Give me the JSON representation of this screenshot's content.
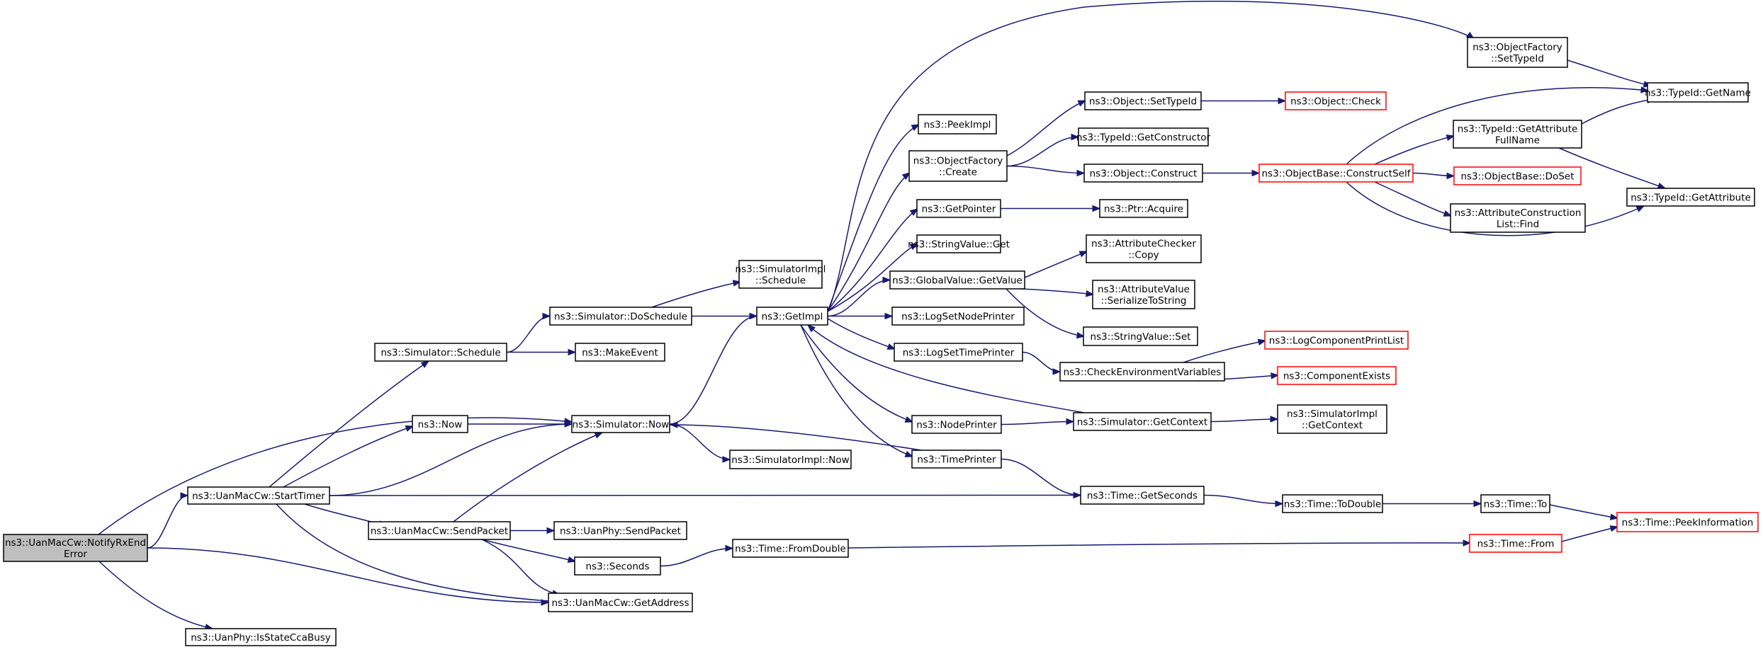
{
  "colors": {
    "edge": "#191970",
    "node_border": "#000000",
    "truncated_border": "#ff0000",
    "root_fill": "#bfbfbf",
    "node_fill": "#ffffff"
  },
  "nodes": [
    {
      "id": "root",
      "lines": [
        "ns3::UanMacCw::NotifyRxEnd",
        "Error"
      ],
      "style": "root"
    },
    {
      "id": "starttimer",
      "lines": [
        "ns3::UanMacCw::StartTimer"
      ]
    },
    {
      "id": "isstateccabusy",
      "lines": [
        "ns3::UanPhy::IsStateCcaBusy"
      ]
    },
    {
      "id": "sim_schedule",
      "lines": [
        "ns3::Simulator::Schedule"
      ]
    },
    {
      "id": "now",
      "lines": [
        "ns3::Now"
      ]
    },
    {
      "id": "sendpacket",
      "lines": [
        "ns3::UanMacCw::SendPacket"
      ]
    },
    {
      "id": "sim_doschedule",
      "lines": [
        "ns3::Simulator::DoSchedule"
      ]
    },
    {
      "id": "makeevent",
      "lines": [
        "ns3::MakeEvent"
      ]
    },
    {
      "id": "sim_now",
      "lines": [
        "ns3::Simulator::Now"
      ]
    },
    {
      "id": "getaddress",
      "lines": [
        "ns3::UanMacCw::GetAddress"
      ]
    },
    {
      "id": "uanphy_sendpacket",
      "lines": [
        "ns3::UanPhy::SendPacket"
      ]
    },
    {
      "id": "seconds",
      "lines": [
        "ns3::Seconds"
      ]
    },
    {
      "id": "simimpl_schedule",
      "lines": [
        "ns3::SimulatorImpl",
        "::Schedule"
      ]
    },
    {
      "id": "getimpl",
      "lines": [
        "ns3::GetImpl"
      ]
    },
    {
      "id": "simimpl_now",
      "lines": [
        "ns3::SimulatorImpl::Now"
      ]
    },
    {
      "id": "fromdouble",
      "lines": [
        "ns3::Time::FromDouble"
      ]
    },
    {
      "id": "peekimpl",
      "lines": [
        "ns3::PeekImpl"
      ]
    },
    {
      "id": "of_create",
      "lines": [
        "ns3::ObjectFactory",
        "::Create"
      ]
    },
    {
      "id": "getpointer",
      "lines": [
        "ns3::GetPointer"
      ]
    },
    {
      "id": "sv_get",
      "lines": [
        "ns3::StringValue::Get"
      ]
    },
    {
      "id": "gv_getvalue",
      "lines": [
        "ns3::GlobalValue::GetValue"
      ]
    },
    {
      "id": "logsetnodeprinter",
      "lines": [
        "ns3::LogSetNodePrinter"
      ]
    },
    {
      "id": "logsettimeprinter",
      "lines": [
        "ns3::LogSetTimePrinter"
      ]
    },
    {
      "id": "nodeprinter",
      "lines": [
        "ns3::NodePrinter"
      ]
    },
    {
      "id": "timeprinter",
      "lines": [
        "ns3::TimePrinter"
      ]
    },
    {
      "id": "of_settypeid",
      "lines": [
        "ns3::ObjectFactory",
        "::SetTypeId"
      ]
    },
    {
      "id": "obj_settypeid",
      "lines": [
        "ns3::Object::SetTypeId"
      ]
    },
    {
      "id": "tid_getconstructor",
      "lines": [
        "ns3::TypeId::GetConstructor"
      ]
    },
    {
      "id": "obj_construct",
      "lines": [
        "ns3::Object::Construct"
      ]
    },
    {
      "id": "ptr_acquire",
      "lines": [
        "ns3::Ptr::Acquire"
      ]
    },
    {
      "id": "ac_copy",
      "lines": [
        "ns3::AttributeChecker",
        "::Copy"
      ]
    },
    {
      "id": "av_serialize",
      "lines": [
        "ns3::AttributeValue",
        "::SerializeToString"
      ]
    },
    {
      "id": "sv_set",
      "lines": [
        "ns3::StringValue::Set"
      ]
    },
    {
      "id": "checkenv",
      "lines": [
        "ns3::CheckEnvironmentVariables"
      ]
    },
    {
      "id": "sim_getcontext",
      "lines": [
        "ns3::Simulator::GetContext"
      ]
    },
    {
      "id": "gettime_getseconds",
      "lines": [
        "ns3::Time::GetSeconds"
      ]
    },
    {
      "id": "obj_check",
      "lines": [
        "ns3::Object::Check"
      ],
      "style": "trunc"
    },
    {
      "id": "ob_constructself",
      "lines": [
        "ns3::ObjectBase::ConstructSelf"
      ],
      "style": "trunc"
    },
    {
      "id": "logcomponentprintlist",
      "lines": [
        "ns3::LogComponentPrintList"
      ],
      "style": "trunc"
    },
    {
      "id": "componentexists",
      "lines": [
        "ns3::ComponentExists"
      ],
      "style": "trunc"
    },
    {
      "id": "simimpl_getcontext",
      "lines": [
        "ns3::SimulatorImpl",
        "::GetContext"
      ]
    },
    {
      "id": "time_todouble",
      "lines": [
        "ns3::Time::ToDouble"
      ]
    },
    {
      "id": "time_from",
      "lines": [
        "ns3::Time::From"
      ],
      "style": "trunc"
    },
    {
      "id": "tid_getattrfullname",
      "lines": [
        "ns3::TypeId::GetAttribute",
        "FullName"
      ]
    },
    {
      "id": "ob_doset",
      "lines": [
        "ns3::ObjectBase::DoSet"
      ],
      "style": "trunc"
    },
    {
      "id": "acl_find",
      "lines": [
        "ns3::AttributeConstruction",
        "List::Find"
      ]
    },
    {
      "id": "time_to",
      "lines": [
        "ns3::Time::To"
      ]
    },
    {
      "id": "tid_getname",
      "lines": [
        "ns3::TypeId::GetName"
      ]
    },
    {
      "id": "tid_getattribute",
      "lines": [
        "ns3::TypeId::GetAttribute"
      ]
    },
    {
      "id": "time_peekinfo",
      "lines": [
        "ns3::Time::PeekInformation"
      ],
      "style": "trunc"
    }
  ],
  "edges": [
    [
      "root",
      "starttimer"
    ],
    [
      "root",
      "sim_now"
    ],
    [
      "root",
      "getaddress"
    ],
    [
      "root",
      "isstateccabusy"
    ],
    [
      "starttimer",
      "sim_schedule"
    ],
    [
      "starttimer",
      "now"
    ],
    [
      "starttimer",
      "sim_now"
    ],
    [
      "starttimer",
      "sendpacket"
    ],
    [
      "starttimer",
      "getaddress"
    ],
    [
      "starttimer",
      "gettime_getseconds"
    ],
    [
      "sim_schedule",
      "sim_doschedule"
    ],
    [
      "sim_schedule",
      "makeevent"
    ],
    [
      "now",
      "sim_now"
    ],
    [
      "sendpacket",
      "sim_now"
    ],
    [
      "sendpacket",
      "uanphy_sendpacket"
    ],
    [
      "sendpacket",
      "seconds"
    ],
    [
      "sendpacket",
      "getaddress"
    ],
    [
      "sim_doschedule",
      "simimpl_schedule"
    ],
    [
      "sim_doschedule",
      "getimpl"
    ],
    [
      "sim_now",
      "getimpl"
    ],
    [
      "sim_now",
      "simimpl_now"
    ],
    [
      "seconds",
      "fromdouble"
    ],
    [
      "fromdouble",
      "time_from"
    ],
    [
      "getimpl",
      "of_settypeid"
    ],
    [
      "getimpl",
      "peekimpl"
    ],
    [
      "getimpl",
      "of_create"
    ],
    [
      "getimpl",
      "getpointer"
    ],
    [
      "getimpl",
      "sv_get"
    ],
    [
      "getimpl",
      "gv_getvalue"
    ],
    [
      "getimpl",
      "logsetnodeprinter"
    ],
    [
      "getimpl",
      "logsettimeprinter"
    ],
    [
      "getimpl",
      "nodeprinter"
    ],
    [
      "getimpl",
      "timeprinter"
    ],
    [
      "of_create",
      "obj_settypeid"
    ],
    [
      "of_create",
      "tid_getconstructor"
    ],
    [
      "of_create",
      "obj_construct"
    ],
    [
      "getpointer",
      "ptr_acquire"
    ],
    [
      "gv_getvalue",
      "ac_copy"
    ],
    [
      "gv_getvalue",
      "av_serialize"
    ],
    [
      "gv_getvalue",
      "sv_set"
    ],
    [
      "logsettimeprinter",
      "checkenv"
    ],
    [
      "nodeprinter",
      "sim_getcontext"
    ],
    [
      "timeprinter",
      "sim_now"
    ],
    [
      "timeprinter",
      "gettime_getseconds"
    ],
    [
      "of_settypeid",
      "tid_getname"
    ],
    [
      "obj_settypeid",
      "obj_check"
    ],
    [
      "obj_construct",
      "ob_constructself"
    ],
    [
      "checkenv",
      "logcomponentprintlist"
    ],
    [
      "checkenv",
      "componentexists"
    ],
    [
      "sim_getcontext",
      "getimpl"
    ],
    [
      "sim_getcontext",
      "simimpl_getcontext"
    ],
    [
      "gettime_getseconds",
      "time_todouble"
    ],
    [
      "time_todouble",
      "time_to"
    ],
    [
      "time_to",
      "time_peekinfo"
    ],
    [
      "time_from",
      "time_peekinfo"
    ],
    [
      "ob_constructself",
      "tid_getname"
    ],
    [
      "ob_constructself",
      "tid_getattrfullname"
    ],
    [
      "ob_constructself",
      "ob_doset"
    ],
    [
      "ob_constructself",
      "acl_find"
    ],
    [
      "ob_constructself",
      "tid_getattribute"
    ],
    [
      "tid_getattrfullname",
      "tid_getname"
    ],
    [
      "tid_getattrfullname",
      "tid_getattribute"
    ]
  ]
}
